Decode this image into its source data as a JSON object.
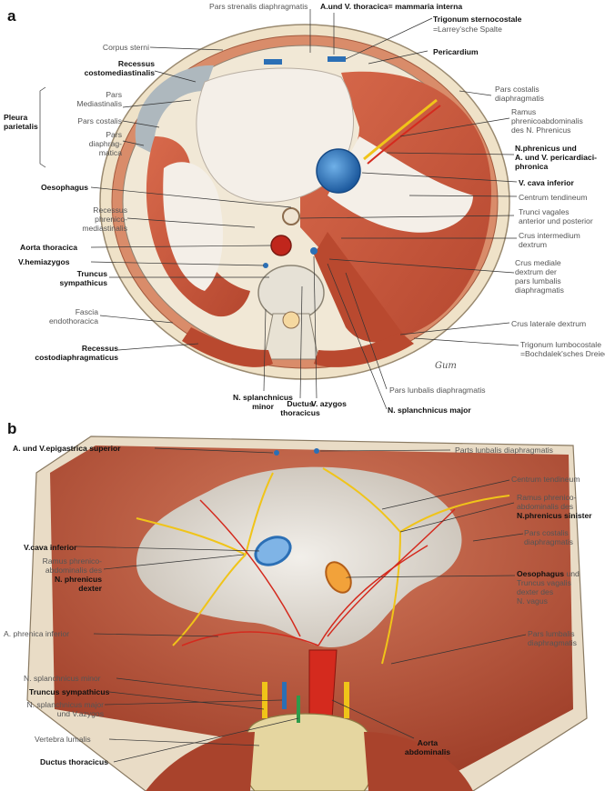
{
  "panel_a": {
    "letter": "a",
    "labels": {
      "pars_sternalis": "Pars strenalis diaphragmatis",
      "a_v_thoracica": "A.und V. thoracica= mammaria interna",
      "trigonum_sternocostale": "Trigonum sternocostale",
      "larrey": "=Larrey'sche Spalte",
      "pericardium": "Pericardium",
      "corpus_sterni": "Corpus sterni",
      "recessus_costomed_1": "Recessus",
      "recessus_costomed_2": "costomediastinalis",
      "pars_mediastinalis_1": "Pars",
      "pars_mediastinalis_2": "Mediastinalis",
      "pleura_1": "Pleura",
      "pleura_2": "parietalis",
      "pars_costalis_pleura": "Pars costalis",
      "pars_diaphragmatica_1": "Pars",
      "pars_diaphragmatica_2": "diaphrag-",
      "pars_diaphragmatica_3": "matica",
      "pars_costalis_diaphr_1": "Pars costalis",
      "pars_costalis_diaphr_2": "diaphragmatis",
      "ramus_phrenico_1": "Ramus",
      "ramus_phrenico_2": "phrenicoabdominalis",
      "ramus_phrenico_3": "des N. Phrenicus",
      "n_phrenicus_1": "N.phrenicus und",
      "n_phrenicus_2": "A. und V. pericardiaci-",
      "n_phrenicus_3": "phronica",
      "oesophagus": "Oesophagus",
      "v_cava_inferior": "V. cava inferior",
      "centrum_tendineum": "Centrum tendineum",
      "recessus_phrenico_1": "Recessus",
      "recessus_phrenico_2": "phrenico-",
      "recessus_phrenico_3": "mediastinalis",
      "trunci_vagales_1": "Trunci vagales",
      "trunci_vagales_2": "anterior und posterior",
      "aorta_thoracica": "Aorta thoracica",
      "crus_intermedium_1": "Crus intermedium",
      "crus_intermedium_2": "dextrum",
      "v_hemiazygos": "V.hemiazygos",
      "truncus_symp_1": "Truncus",
      "truncus_symp_2": "sympathicus",
      "crus_mediale_1": "Crus mediale",
      "crus_mediale_2": "dextrum der",
      "crus_mediale_3": "pars lumbalis",
      "crus_mediale_4": "diaphragmatis",
      "fascia_1": "Fascia",
      "fascia_2": "endothoracica",
      "crus_laterale": "Crus laterale dextrum",
      "recessus_costodiaphr_1": "Recessus",
      "recessus_costodiaphr_2": "costodiaphragmaticus",
      "trigonum_lumbocostale": "Trigonum lumbocostale",
      "bochdalek": "=Bochdalek'sches Dreieck",
      "pars_lunbalis": "Pars lunbalis diaphragmatis",
      "n_splanchnicus_minor_1": "N. splanchnicus",
      "n_splanchnicus_minor_2": "minor",
      "ductus_1": "Ductus",
      "ductus_2": "thoracicus",
      "v_azygos": "V. azygos",
      "n_splanchnicus_major": "N. splanchnicus major",
      "signature": "Gum"
    }
  },
  "panel_b": {
    "letter": "b",
    "labels": {
      "a_v_epigastrica": "A. und V.epigastrica superior",
      "parts_lunbalis": "Parts lunbalis diaphragmatis",
      "centrum_tendineum": "Centrum tendineum",
      "ramus_sinister_1": "Ramus phrenico-",
      "ramus_sinister_2": "abdominalis des",
      "ramus_sinister_3": "N.phrenicus sinister",
      "v_cava_inferior": "V.cava inferior",
      "ramus_dexter_1": "Ramus phrenico-",
      "ramus_dexter_2": "abdominalis des",
      "ramus_dexter_3": "N. phrenicus",
      "ramus_dexter_4": "dexter",
      "pars_costalis_1": "Pars costalis",
      "pars_costalis_2": "diaphragmatis",
      "oesophagus": "Oesophagus",
      "oesophagus_und": " und",
      "truncus_vagalis_1": "Truncus vagalis",
      "truncus_vagalis_2": "dexter des",
      "truncus_vagalis_3": "N. vagus",
      "a_phrenica": "A. phrenica inferior",
      "pars_lumbalis_1": "Pars lumbalis",
      "pars_lumbalis_2": "diaphragmatis",
      "n_splanchnicus_minor": "N. splanchnicus minor",
      "truncus_sympathicus": "Truncus sympathicus",
      "n_splanchnicus_major_1": "N. splanchnicus major",
      "n_splanchnicus_major_2": "und V.azygos",
      "vertebra": "Vertebra lumalis",
      "ductus_thoracicus": "Ductus thoracicus",
      "aorta_1": "Aorta",
      "aorta_2": "abdominalis"
    }
  },
  "colors": {
    "muscle": "#c2553c",
    "muscle_light": "#e08a6a",
    "tendon": "#f2ede6",
    "pleura": "#9aa6ae",
    "vena": "#2b6fb5",
    "arteria": "#d42a1e",
    "nerve": "#f0c419",
    "bone": "#e8dcb4",
    "fat": "#efe2c8",
    "line": "#333333"
  }
}
